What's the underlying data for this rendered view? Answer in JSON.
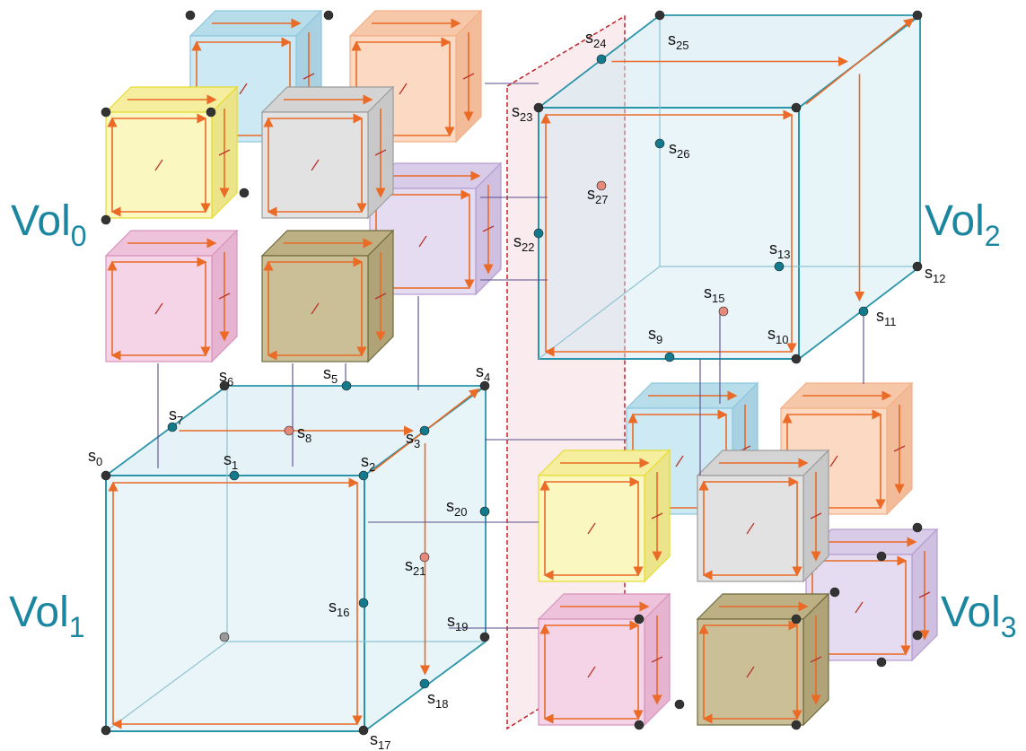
{
  "volume_labels": [
    {
      "id": "vol0",
      "base": "Vol",
      "sub": "0"
    },
    {
      "id": "vol1",
      "base": "Vol",
      "sub": "1"
    },
    {
      "id": "vol2",
      "base": "Vol",
      "sub": "2"
    },
    {
      "id": "vol3",
      "base": "Vol",
      "sub": "3"
    }
  ],
  "node_labels": [
    {
      "name": "s0",
      "base": "s",
      "sub": "0"
    },
    {
      "name": "s1",
      "base": "s",
      "sub": "1"
    },
    {
      "name": "s2",
      "base": "s",
      "sub": "2"
    },
    {
      "name": "s3",
      "base": "s",
      "sub": "3"
    },
    {
      "name": "s4",
      "base": "s",
      "sub": "4"
    },
    {
      "name": "s5",
      "base": "s",
      "sub": "5"
    },
    {
      "name": "s6",
      "base": "s",
      "sub": "6"
    },
    {
      "name": "s7",
      "base": "s",
      "sub": "7"
    },
    {
      "name": "s8",
      "base": "s",
      "sub": "8"
    },
    {
      "name": "s9",
      "base": "s",
      "sub": "9"
    },
    {
      "name": "s10",
      "base": "s",
      "sub": "10"
    },
    {
      "name": "s11",
      "base": "s",
      "sub": "11"
    },
    {
      "name": "s12",
      "base": "s",
      "sub": "12"
    },
    {
      "name": "s13",
      "base": "s",
      "sub": "13"
    },
    {
      "name": "s15",
      "base": "s",
      "sub": "15"
    },
    {
      "name": "s16",
      "base": "s",
      "sub": "16"
    },
    {
      "name": "s17",
      "base": "s",
      "sub": "17"
    },
    {
      "name": "s18",
      "base": "s",
      "sub": "18"
    },
    {
      "name": "s19",
      "base": "s",
      "sub": "19"
    },
    {
      "name": "s20",
      "base": "s",
      "sub": "20"
    },
    {
      "name": "s21",
      "base": "s",
      "sub": "21"
    },
    {
      "name": "s22",
      "base": "s",
      "sub": "22"
    },
    {
      "name": "s23",
      "base": "s",
      "sub": "23"
    },
    {
      "name": "s24",
      "base": "s",
      "sub": "24"
    },
    {
      "name": "s25",
      "base": "s",
      "sub": "25"
    },
    {
      "name": "s26",
      "base": "s",
      "sub": "26"
    },
    {
      "name": "s27",
      "base": "s",
      "sub": "27"
    }
  ],
  "colors": {
    "label_teal": "#1a86a0",
    "cube_edge": "#2a94a8",
    "cube_face": "#cfe9f2",
    "arrow": "#ea6a26",
    "node_teal": "#13798c",
    "node_dark": "#333333",
    "node_salmon": "#e58a7b",
    "divider": "#c0242a",
    "link": "#5a4b8a",
    "blue_cube": "#cde9f3",
    "orange_cube": "#fbd9c2",
    "yellow_cube": "#fbf7c0",
    "grey_cube": "#dddddd",
    "purple_cube": "#e3daf0",
    "pink_cube": "#f4d4e6",
    "olive_cube": "#c8bd95"
  }
}
